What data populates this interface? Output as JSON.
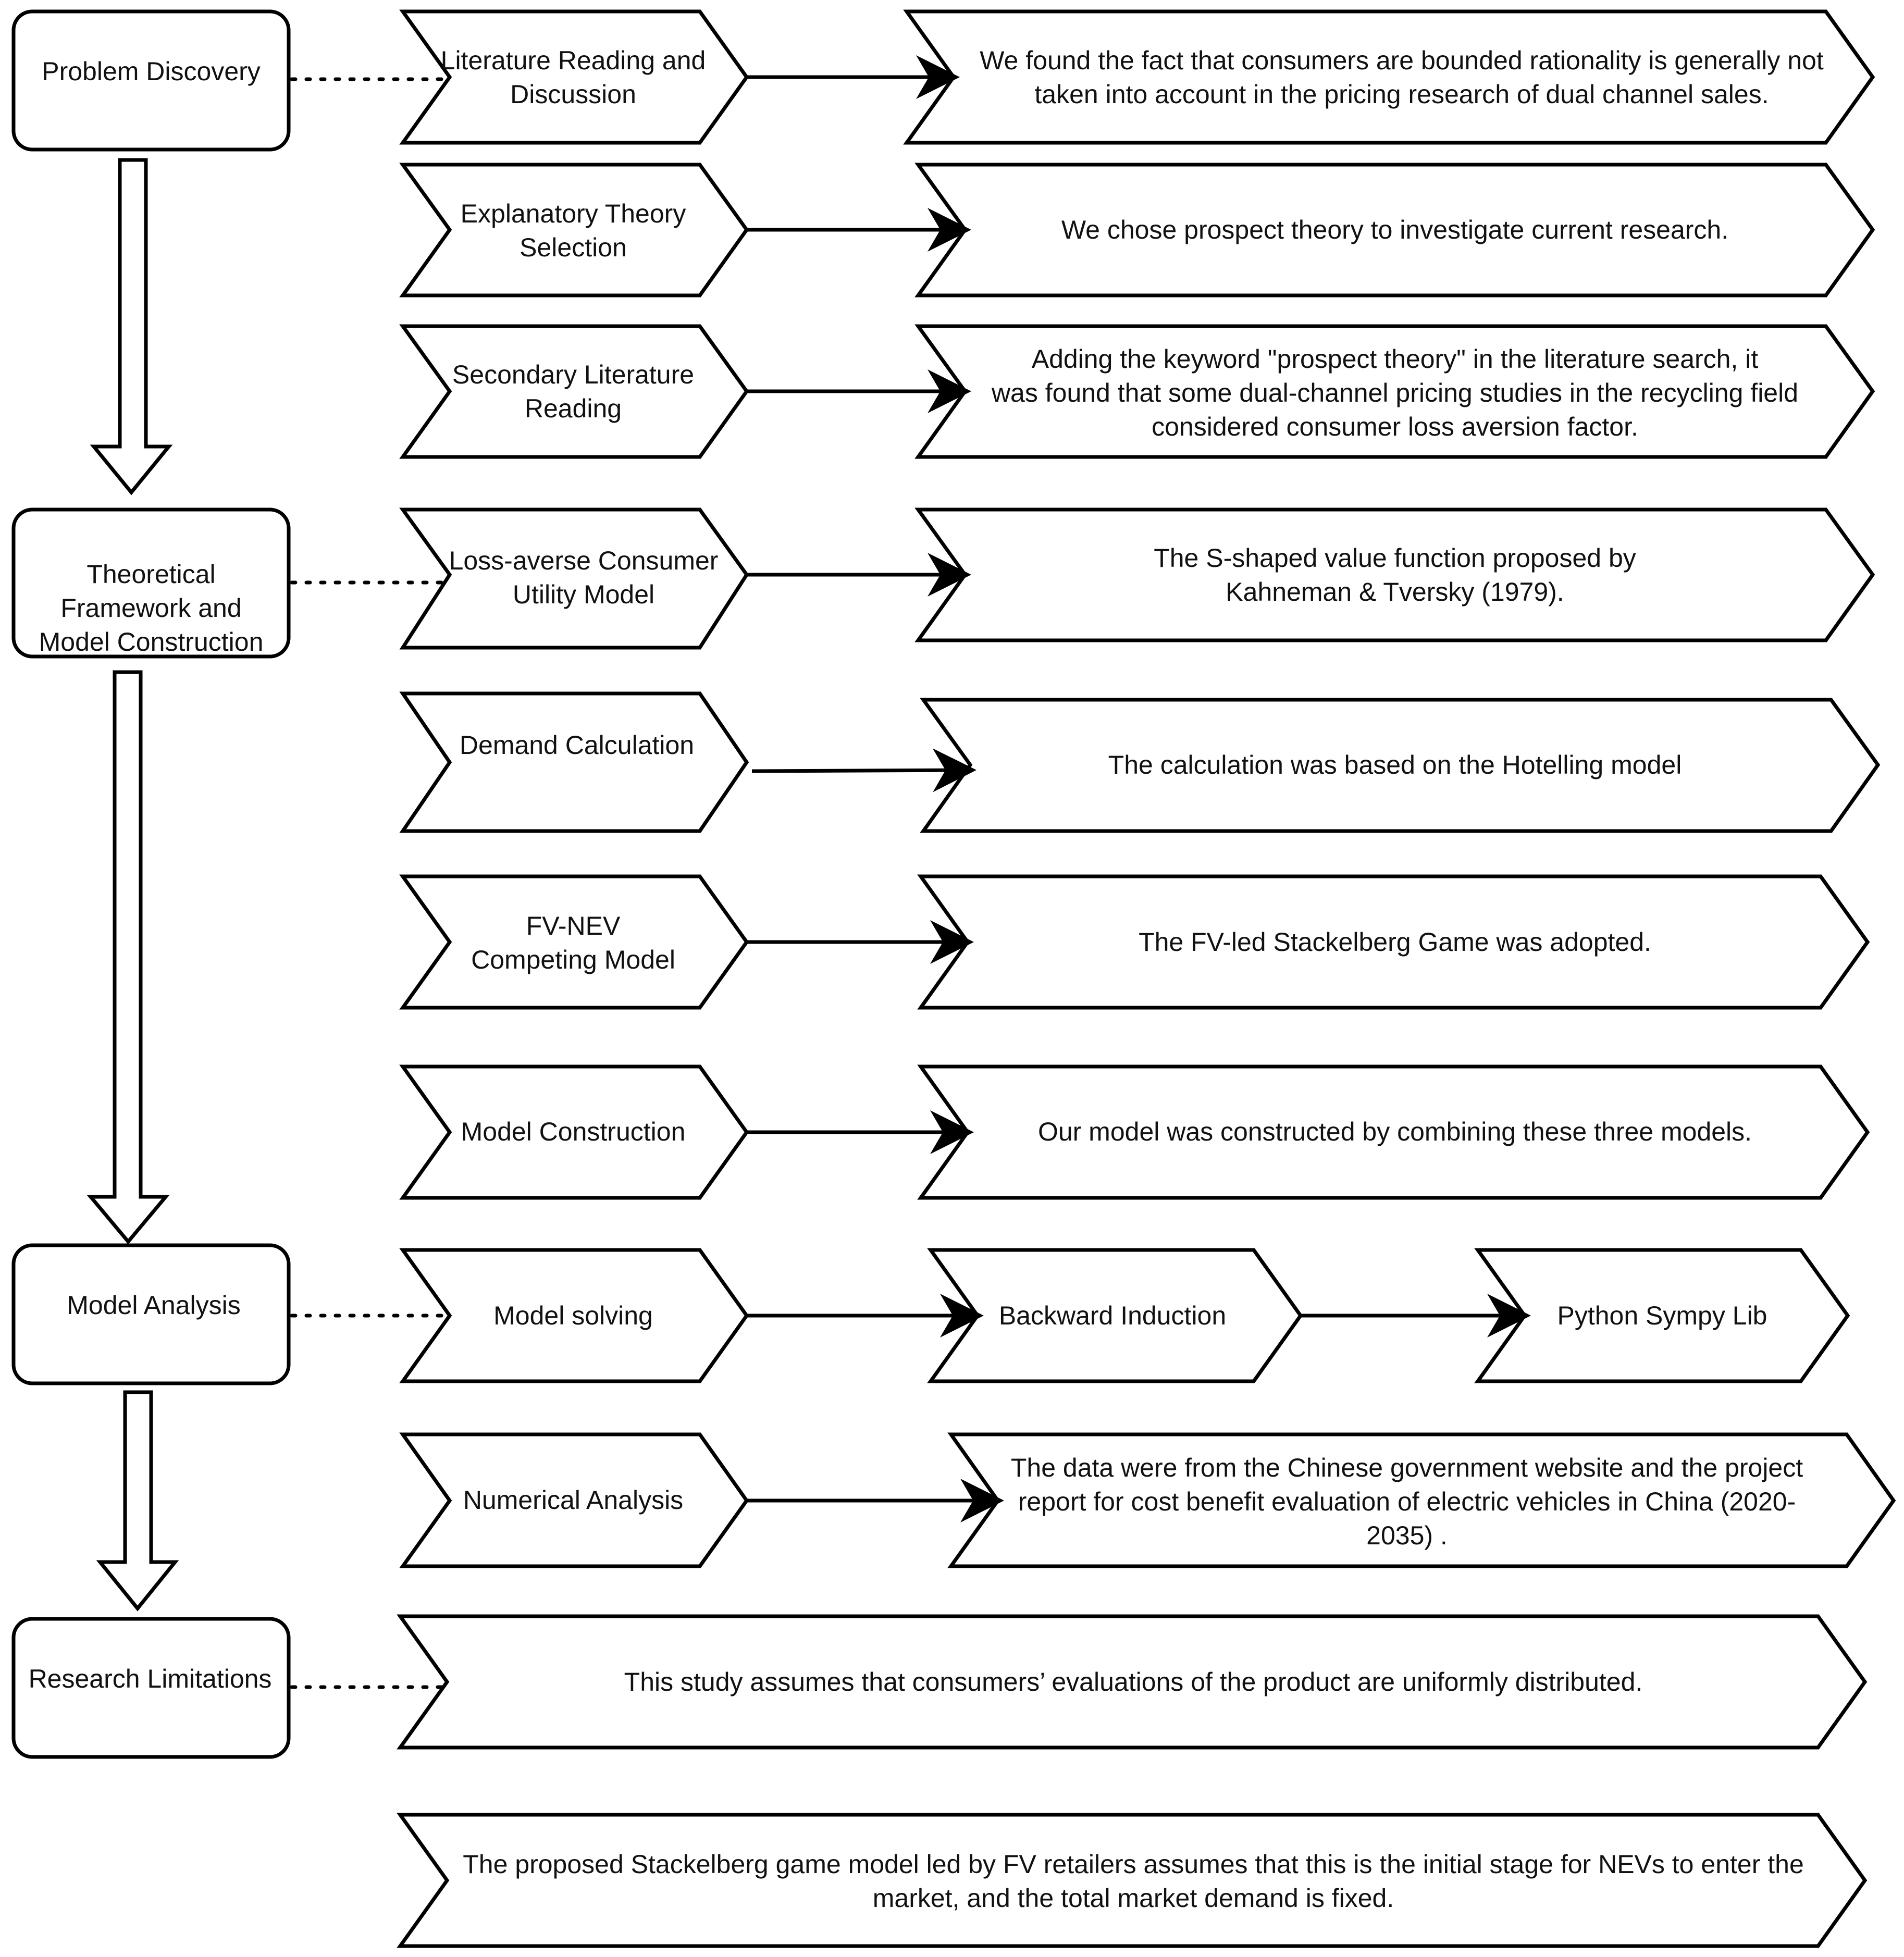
{
  "stages": {
    "problem_discovery": [
      "Problem Discovery"
    ],
    "theoretical_framework": [
      "Theoretical",
      "Framework and",
      "Model Construction"
    ],
    "model_analysis": [
      "Model Analysis"
    ],
    "research_limitations": [
      "Research Limitations"
    ]
  },
  "steps": {
    "literature_reading": [
      "Literature Reading and",
      "Discussion"
    ],
    "theory_selection": [
      "Explanatory Theory",
      "Selection"
    ],
    "secondary_reading": [
      "Secondary Literature",
      "Reading"
    ],
    "utility_model": [
      "Loss-averse Consumer",
      "Utility Model"
    ],
    "demand_calculation": [
      "Demand Calculation"
    ],
    "competing_model": [
      "FV-NEV",
      "Competing Model"
    ],
    "model_construction": [
      "Model Construction"
    ],
    "model_solving": [
      "Model solving"
    ],
    "backward_induction": [
      "Backward Induction"
    ],
    "python_sympy": [
      "Python Sympy Lib"
    ],
    "numerical_analysis": [
      "Numerical Analysis"
    ]
  },
  "findings": {
    "literature_reading": [
      "We found the fact that  consumers are bounded rationality is generally not",
      "taken into account in the pricing research of dual channel sales."
    ],
    "theory_selection": [
      "We chose prospect theory to investigate current research."
    ],
    "secondary_reading": [
      "Adding the keyword \"prospect theory\" in the literature search, it",
      "was found that some dual-channel pricing studies in the recycling field",
      "considered consumer loss aversion factor."
    ],
    "utility_model": [
      "The S-shaped value function proposed by",
      "Kahneman & Tversky (1979)."
    ],
    "demand_calculation": [
      "The calculation was based on the Hotelling model"
    ],
    "competing_model": [
      "The FV-led Stackelberg Game was adopted."
    ],
    "model_construction": [
      "Our model was constructed by combining these three models."
    ],
    "numerical_analysis": [
      "The data were from the Chinese government website and the project",
      "report for cost benefit evaluation of electric vehicles in China (2020-",
      "2035) ."
    ],
    "limitation_1": [
      "This study assumes that consumers’ evaluations of the product are uniformly distributed."
    ],
    "limitation_2": [
      "The proposed Stackelberg game model led by FV retailers assumes that this is the initial stage for NEVs to enter the",
      "market, and the total market demand is fixed."
    ]
  }
}
